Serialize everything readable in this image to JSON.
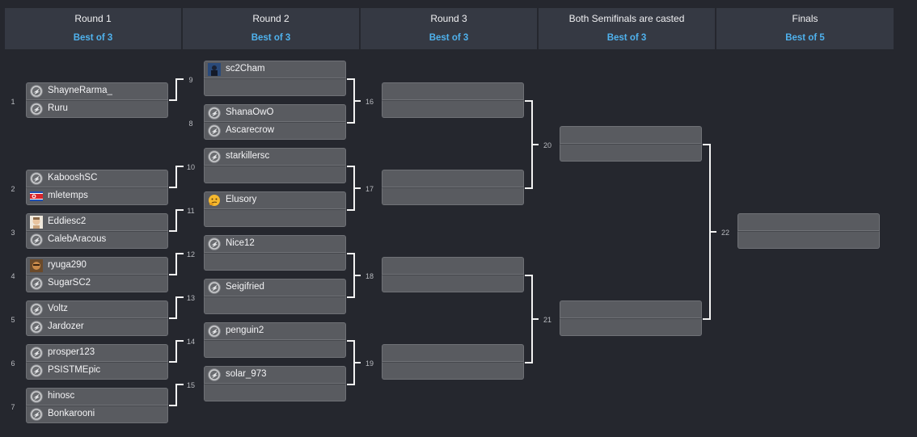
{
  "rounds": [
    {
      "title": "Round 1",
      "best_of": "Best of 3"
    },
    {
      "title": "Round 2",
      "best_of": "Best of 3"
    },
    {
      "title": "Round 3",
      "best_of": "Best of 3"
    },
    {
      "title": "Both Semifinals are casted",
      "best_of": "Best of 3"
    },
    {
      "title": "Finals",
      "best_of": "Best of 5"
    }
  ],
  "matches": {
    "m1": {
      "number": "1",
      "top": {
        "name": "ShayneRarma_",
        "icon": "default-race-icon"
      },
      "bottom": {
        "name": "Ruru",
        "icon": "default-race-icon"
      }
    },
    "m2": {
      "number": "2",
      "top": {
        "name": "KabooshSC",
        "icon": "default-race-icon"
      },
      "bottom": {
        "name": "mletemps",
        "icon": "north-korea-flag-icon"
      }
    },
    "m3": {
      "number": "3",
      "top": {
        "name": "Eddiesc2",
        "icon": "avatar-icon"
      },
      "bottom": {
        "name": "CalebAracous",
        "icon": "default-race-icon"
      }
    },
    "m4": {
      "number": "4",
      "top": {
        "name": "ryuga290",
        "icon": "avatar-icon"
      },
      "bottom": {
        "name": "SugarSC2",
        "icon": "default-race-icon"
      }
    },
    "m5": {
      "number": "5",
      "top": {
        "name": "Voltz",
        "icon": "default-race-icon"
      },
      "bottom": {
        "name": "Jardozer",
        "icon": "default-race-icon"
      }
    },
    "m6": {
      "number": "6",
      "top": {
        "name": "prosper123",
        "icon": "default-race-icon"
      },
      "bottom": {
        "name": "PSISTMEpic",
        "icon": "default-race-icon"
      }
    },
    "m7": {
      "number": "7",
      "top": {
        "name": "hinosc",
        "icon": "default-race-icon"
      },
      "bottom": {
        "name": "Bonkarooni",
        "icon": "default-race-icon"
      }
    },
    "m8": {
      "number": "8",
      "top": {
        "name": "ShanaOwO",
        "icon": "default-race-icon"
      },
      "bottom": {
        "name": "Ascarecrow",
        "icon": "default-race-icon"
      }
    },
    "m9": {
      "number": "9",
      "top": {
        "name": "sc2Cham",
        "icon": "avatar-icon"
      },
      "bottom": {
        "name": "",
        "icon": ""
      }
    },
    "m10": {
      "number": "10",
      "top": {
        "name": "starkillersc",
        "icon": "default-race-icon"
      },
      "bottom": {
        "name": "",
        "icon": ""
      }
    },
    "m11": {
      "number": "11",
      "top": {
        "name": "Elusory",
        "icon": "thinking-emoji-icon"
      },
      "bottom": {
        "name": "",
        "icon": ""
      }
    },
    "m12": {
      "number": "12",
      "top": {
        "name": "Nice12",
        "icon": "default-race-icon"
      },
      "bottom": {
        "name": "",
        "icon": ""
      }
    },
    "m13": {
      "number": "13",
      "top": {
        "name": "Seigifried",
        "icon": "default-race-icon"
      },
      "bottom": {
        "name": "",
        "icon": ""
      }
    },
    "m14": {
      "number": "14",
      "top": {
        "name": "penguin2",
        "icon": "default-race-icon"
      },
      "bottom": {
        "name": "",
        "icon": ""
      }
    },
    "m15": {
      "number": "15",
      "top": {
        "name": "solar_973",
        "icon": "default-race-icon"
      },
      "bottom": {
        "name": "",
        "icon": ""
      }
    },
    "m16": {
      "number": "16"
    },
    "m17": {
      "number": "17"
    },
    "m18": {
      "number": "18"
    },
    "m19": {
      "number": "19"
    },
    "m20": {
      "number": "20"
    },
    "m21": {
      "number": "21"
    },
    "m22": {
      "number": "22"
    }
  }
}
